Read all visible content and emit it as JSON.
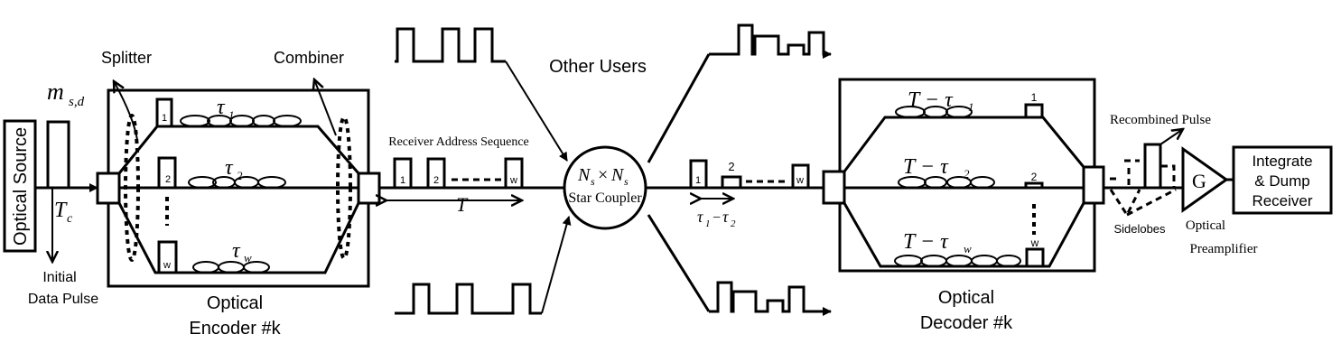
{
  "encoder": {
    "source_label": "Optical Source",
    "pulse_label": "m",
    "pulse_sub": "s,d",
    "chip_label": "T",
    "chip_sub": "c",
    "initial_line1": "Initial",
    "initial_line2": "Data Pulse",
    "splitter_label": "Splitter",
    "combiner_label": "Combiner",
    "pulse_tags": [
      "1",
      "2",
      "w"
    ],
    "delay_labels": [
      "τ",
      "τ",
      "τ"
    ],
    "delay_subs": [
      "1",
      "2",
      "w"
    ],
    "title_line1": "Optical",
    "title_line2": "Encoder #k"
  },
  "channel": {
    "address_label": "Receiver Address Sequence",
    "address_tags": [
      "1",
      "2",
      "w"
    ],
    "period_label": "T",
    "other_users_label": "Other Users",
    "coupler_label": "N",
    "coupler_sub": "s",
    "coupler_times": "×",
    "coupler_name": "Star Coupler",
    "out_tags": [
      "1",
      "2",
      "w"
    ],
    "delay_diff": "τ",
    "delay_diff_sub1": "1",
    "delay_diff_minus": "−",
    "delay_diff_sub2": "2"
  },
  "decoder": {
    "delay_labels": [
      "T − τ",
      "T − τ",
      "T − τ"
    ],
    "delay_subs": [
      "1",
      "2",
      "w"
    ],
    "pulse_tags": [
      "1",
      "2",
      "w"
    ],
    "title_line1": "Optical",
    "title_line2": "Decoder #k",
    "recombined_label": "Recombined Pulse",
    "sidelobes_label": "Sidelobes",
    "amp_symbol": "G",
    "amp_line1": "Optical",
    "amp_line2": "Preamplifier",
    "receiver_line1": "Integrate",
    "receiver_line2": "& Dump",
    "receiver_line3": "Receiver"
  }
}
